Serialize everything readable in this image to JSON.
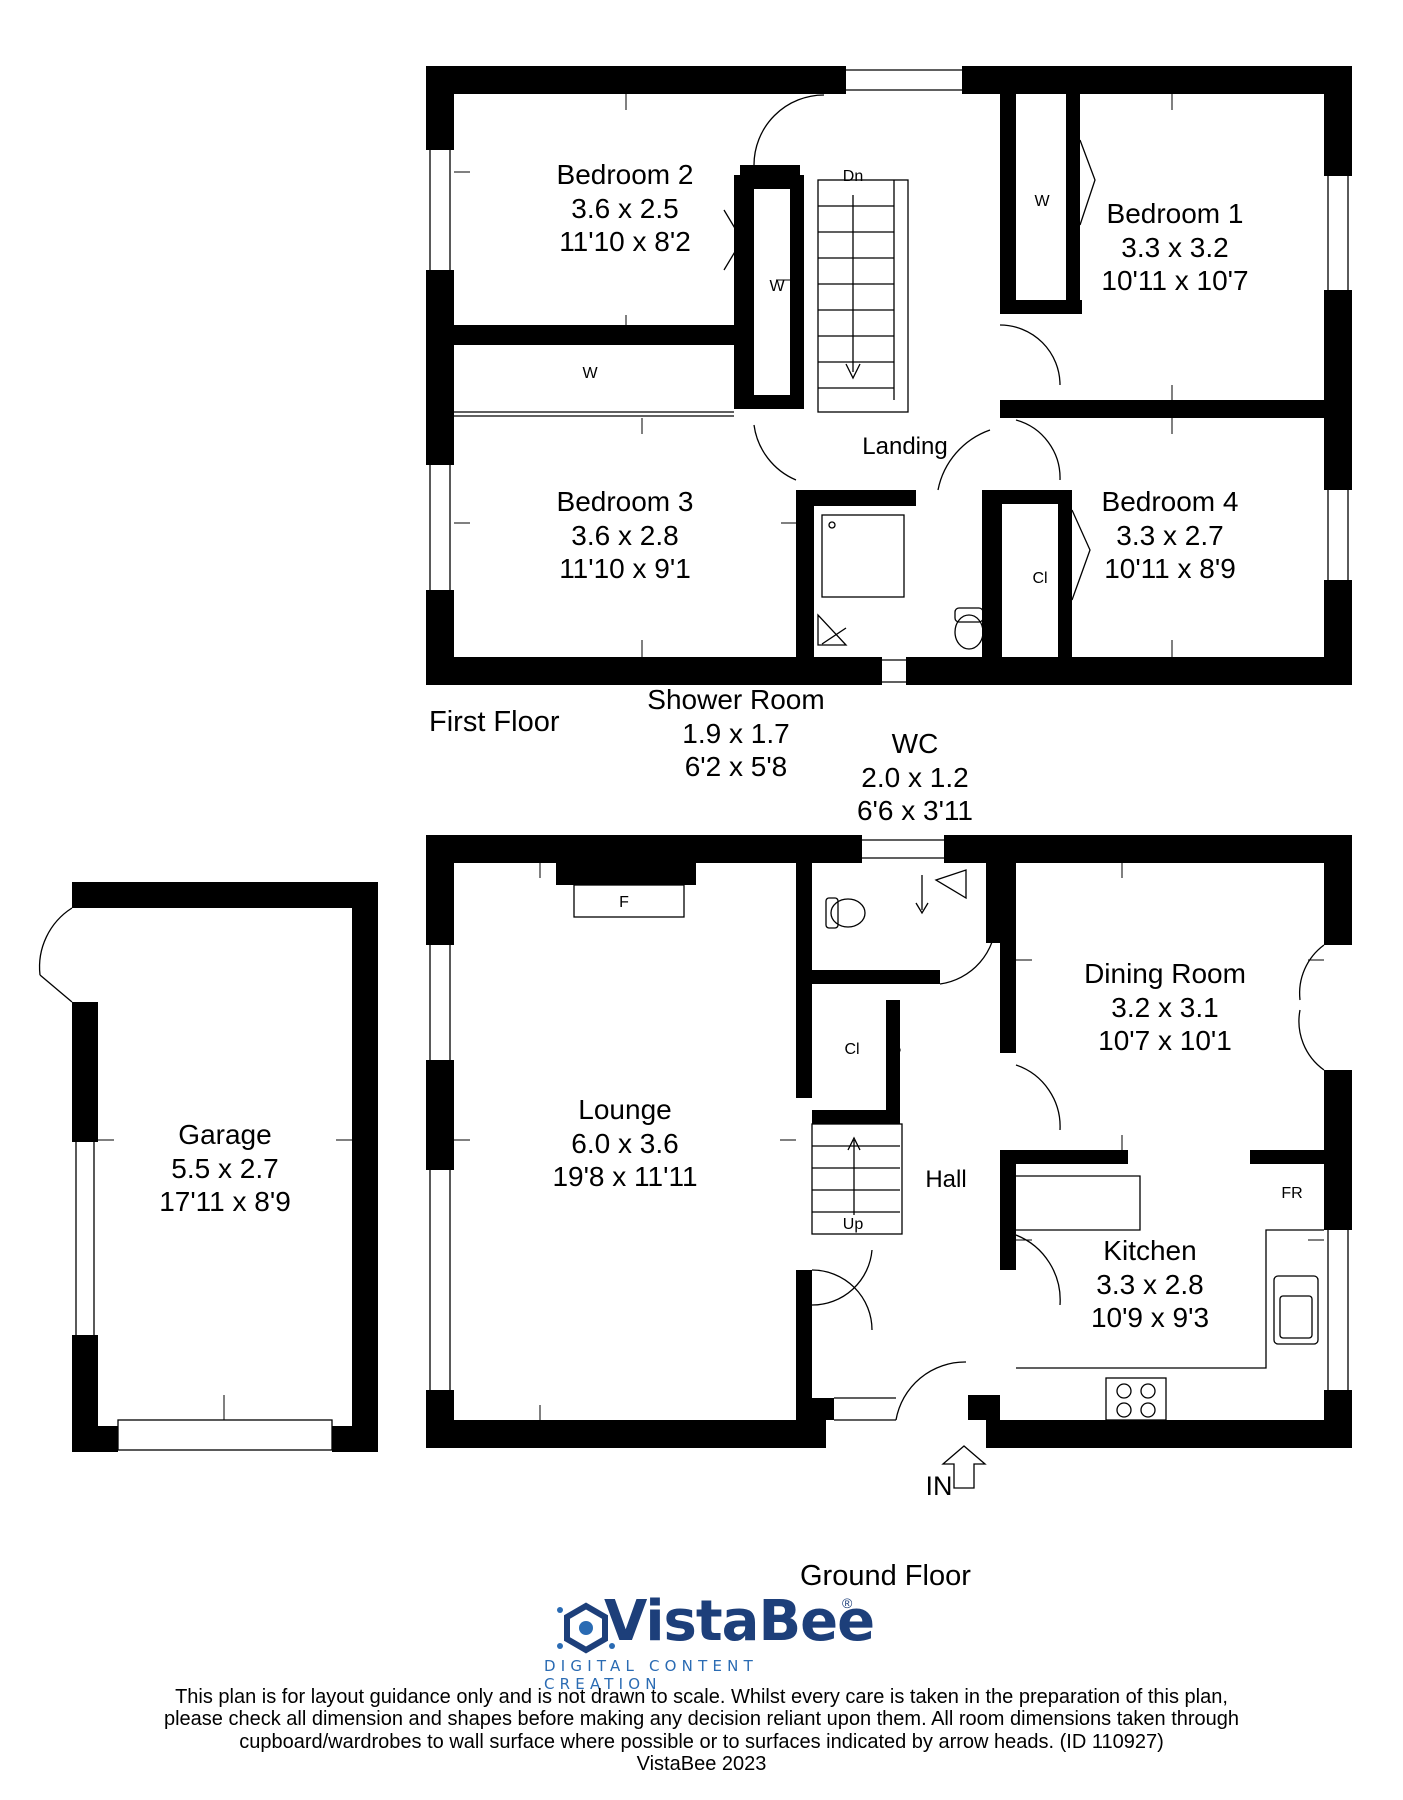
{
  "floors": {
    "first": "First Floor",
    "ground": "Ground Floor"
  },
  "rooms": {
    "bedroom2": {
      "name": "Bedroom 2",
      "metric": "3.6 x 2.5",
      "imperial": "11'10 x 8'2"
    },
    "bedroom1": {
      "name": "Bedroom 1",
      "metric": "3.3 x 3.2",
      "imperial": "10'11 x 10'7"
    },
    "bedroom3": {
      "name": "Bedroom 3",
      "metric": "3.6 x 2.8",
      "imperial": "11'10 x 9'1"
    },
    "bedroom4": {
      "name": "Bedroom 4",
      "metric": "3.3 x 2.7",
      "imperial": "10'11 x 8'9"
    },
    "shower": {
      "name": "Shower Room",
      "metric": "1.9 x 1.7",
      "imperial": "6'2 x 5'8"
    },
    "wc": {
      "name": "WC",
      "metric": "2.0 x 1.2",
      "imperial": "6'6 x 3'11"
    },
    "garage": {
      "name": "Garage",
      "metric": "5.5 x 2.7",
      "imperial": "17'11 x 8'9"
    },
    "lounge": {
      "name": "Lounge",
      "metric": "6.0 x 3.6",
      "imperial": "19'8 x 11'11"
    },
    "dining": {
      "name": "Dining Room",
      "metric": "3.2 x 3.1",
      "imperial": "10'7 x 10'1"
    },
    "kitchen": {
      "name": "Kitchen",
      "metric": "3.3 x 2.8",
      "imperial": "10'9 x 9'3"
    },
    "hall": {
      "name": "Hall"
    },
    "landing": {
      "name": "Landing"
    }
  },
  "markers": {
    "wardrobe": "W",
    "cupboard": "Cl",
    "fireplace": "F",
    "fridge": "FR",
    "stairs_down": "Dn",
    "stairs_up": "Up",
    "entrance": "IN"
  },
  "logo": {
    "word": "VistaBee",
    "registered": "®",
    "tagline": "DIGITAL CONTENT CREATION",
    "color_primary": "#1d3f7a",
    "color_secondary": "#2a6bb3"
  },
  "disclaimer": {
    "line1": "This plan is for layout guidance only and is not drawn to scale. Whilst every care is taken in the preparation of this plan,",
    "line2": "please check all dimension and shapes before making any decision reliant upon them. All room dimensions taken through",
    "line3": "cupboard/wardrobes to wall surface where possible or to surfaces indicated by arrow heads. (ID 110927)",
    "line4": "VistaBee 2023"
  }
}
